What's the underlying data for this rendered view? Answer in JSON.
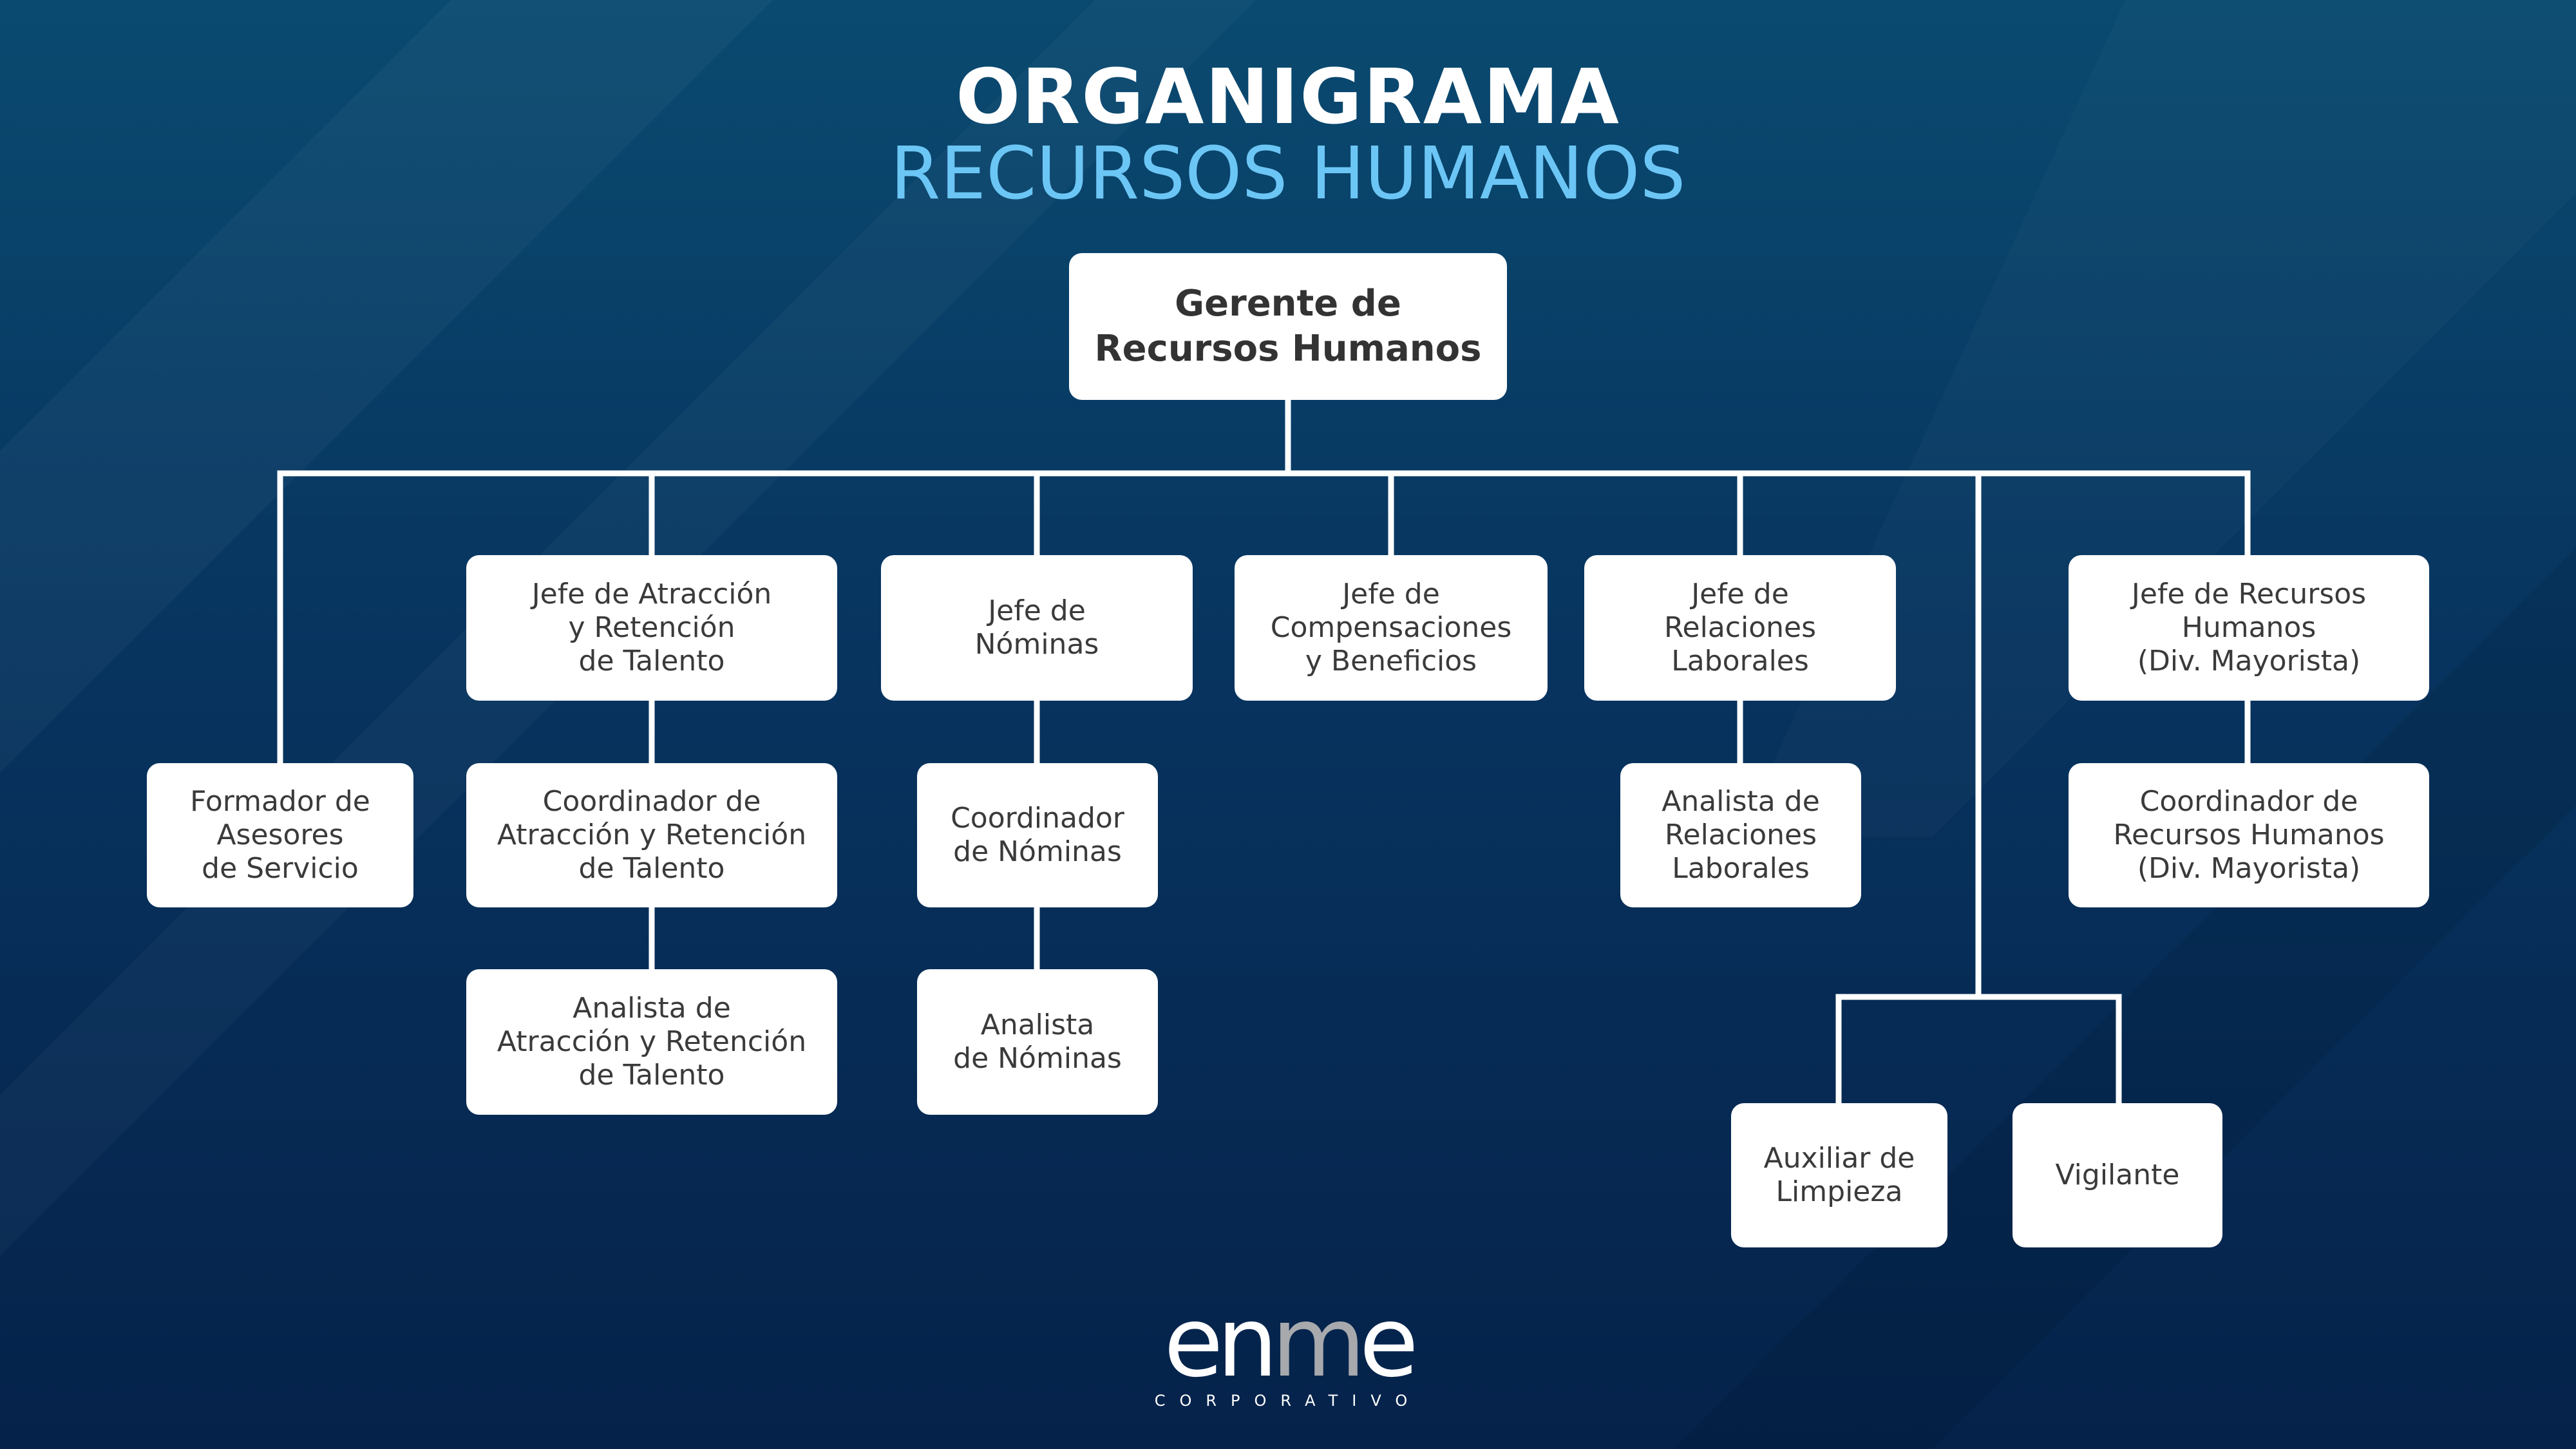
{
  "title": "ORGANIGRAMA",
  "subtitle": "RECURSOS HUMANOS",
  "nodes": {
    "gerente": "Gerente de\nRecursos Humanos",
    "formador": "Formador de\nAsesores\nde Servicio",
    "jefe_atraccion": "Jefe de Atracción\ny Retención\nde Talento",
    "coord_atraccion": "Coordinador de\nAtracción y Retención\nde Talento",
    "analista_atraccion": "Analista de\nAtracción y Retención\nde Talento",
    "jefe_nominas": "Jefe de\nNóminas",
    "coord_nominas": "Coordinador\nde Nóminas",
    "analista_nominas": "Analista\nde Nóminas",
    "jefe_compensaciones": "Jefe de\nCompensaciones\ny Beneficios",
    "jefe_relaciones": "Jefe de\nRelaciones\nLaborales",
    "analista_relaciones": "Analista de\nRelaciones\nLaborales",
    "jefe_mayorista": "Jefe de Recursos\nHumanos\n(Div. Mayorista)",
    "coord_mayorista": "Coordinador de\nRecursos Humanos\n(Div. Mayorista)",
    "auxiliar": "Auxiliar de\nLimpieza",
    "vigilante": "Vigilante"
  },
  "logo": {
    "word_white_1": "en",
    "word_gray": "m",
    "word_white_2": "e",
    "tagline": "CORPORATIVO"
  },
  "colors": {
    "background_top": "#0a4a70",
    "background_bottom": "#05224a",
    "subtitle": "#6cc6f5",
    "box": "#ffffff",
    "connector": "#ffffff",
    "box_text": "#3a3a3a"
  }
}
